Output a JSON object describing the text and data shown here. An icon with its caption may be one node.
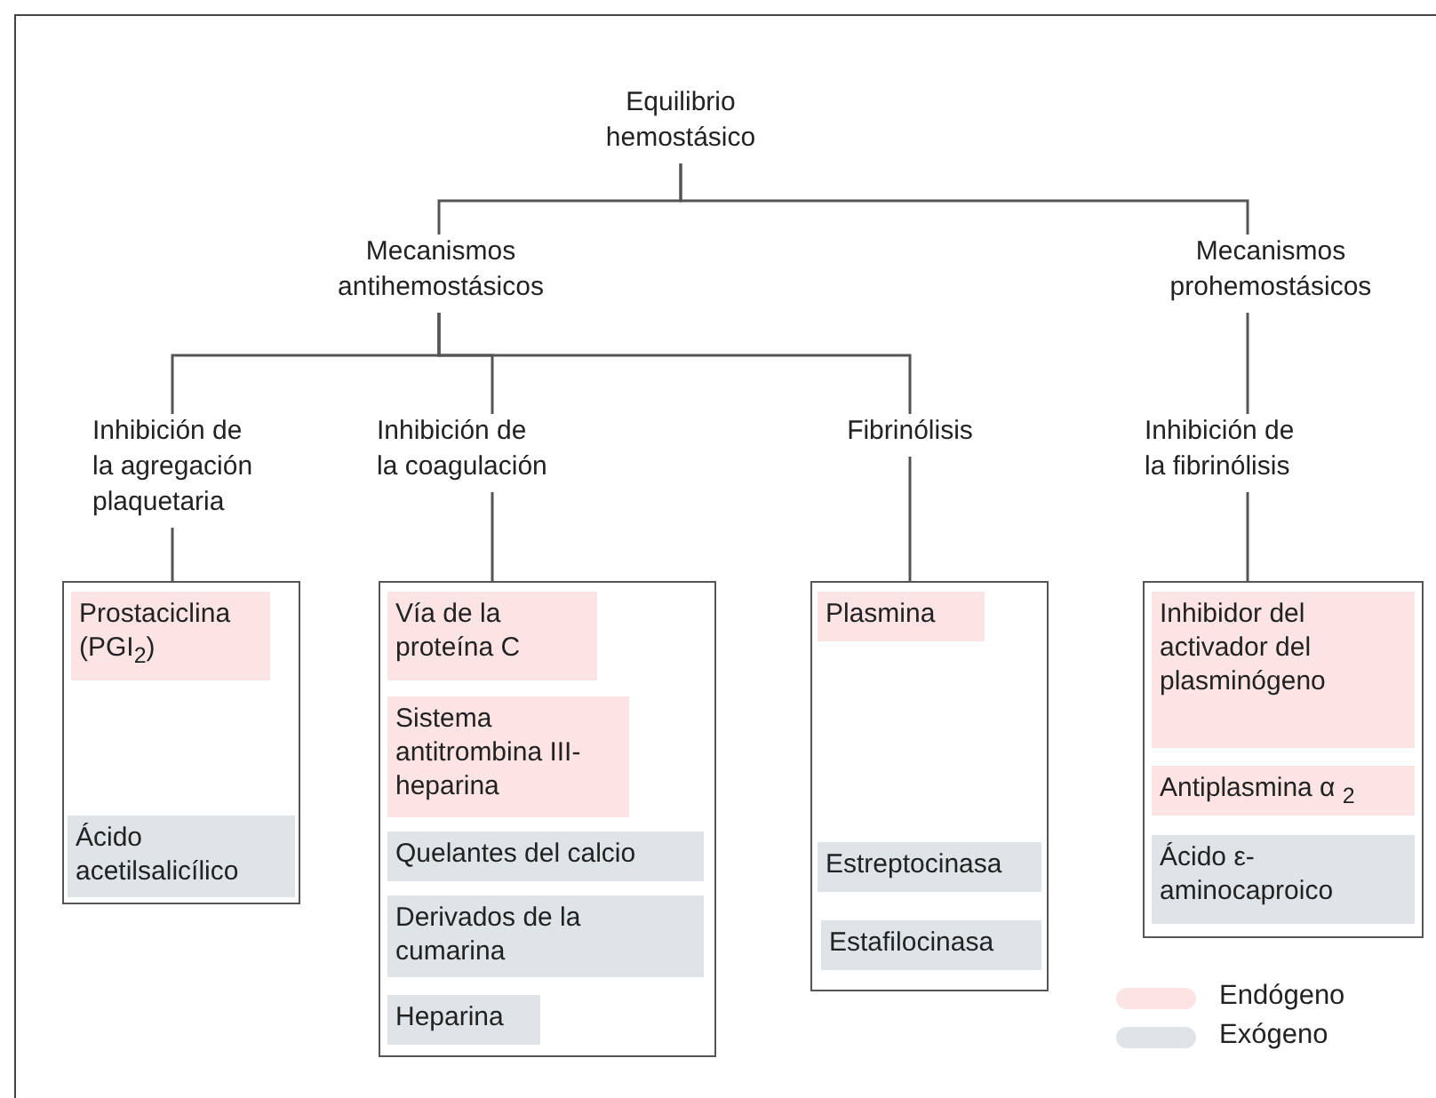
{
  "diagram": {
    "nodes": [
      {
        "text": [
          "Equilibrio hemostásico"
        ]
      },
      {
        "text": [
          "Mecanismos antihemostásicos"
        ]
      },
      {
        "text": [
          "Mecanismos prohemostásicos"
        ]
      },
      {
        "text": [
          "Inhibición de la agregación plaquetaria"
        ]
      },
      {
        "text": [
          "Inhibición de la coagulación"
        ]
      },
      {
        "text": [
          "Fibrinólisis"
        ]
      },
      {
        "text": [
          "Inhibición de la fibrinólisis"
        ]
      },
      {
        "text": [],
        "shape": "box"
      },
      {
        "text": [
          "Prostaciclina (PGI$_{2}$)"
        ],
        "in": 7
      },
      {
        "text": [
          "Ácido acetilsalicílico"
        ],
        "in": 7
      },
      {
        "text": [],
        "shape": "box"
      },
      {
        "text": [
          "Vía de la proteína C"
        ],
        "in": 10
      },
      {
        "text": [
          "Sistema antitrombina III-heparina"
        ],
        "in": 10
      },
      {
        "text": [
          "Quelantes del calcio"
        ],
        "in": 10
      },
      {
        "text": [
          "Derivados de la cumarina"
        ],
        "in": 10
      },
      {
        "text": [
          "Heparina"
        ],
        "in": 10
      },
      {
        "text": [],
        "shape": "box"
      },
      {
        "text": [
          "Plasmina"
        ],
        "in": 16
      },
      {
        "text": [
          "Estreptocinasa"
        ],
        "in": 16
      },
      {
        "text": [
          "Estafilocinasa"
        ],
        "in": 16
      },
      {
        "text": [],
        "shape": "box"
      },
      {
        "text": [
          "Inhibidor del activador del plasminógeno"
        ],
        "in": 20
      },
      {
        "text": [
          "Antiplasmina α $_{2}$"
        ],
        "in": 20
      },
      {
        "text": [
          "Ácido ε-aminocaproico"
        ],
        "in": 20
      }
    ],
    "edges": [
      {
        "from": 0,
        "to": 1,
        "arrow": "none"
      },
      {
        "from": 0,
        "to": 2,
        "arrow": "none"
      },
      {
        "from": 1,
        "to": 3,
        "arrow": "none"
      },
      {
        "from": 1,
        "to": 4,
        "arrow": "none"
      },
      {
        "from": 1,
        "to": 5,
        "arrow": "none"
      },
      {
        "from": 2,
        "to": 6,
        "arrow": "none"
      },
      {
        "from": 3,
        "to": 7,
        "arrow": "none"
      },
      {
        "from": 4,
        "to": 10,
        "arrow": "none"
      },
      {
        "from": 5,
        "to": 16,
        "arrow": "none"
      },
      {
        "from": 6,
        "to": 20,
        "arrow": "none"
      }
    ],
    "legend": [
      {
        "text": "Endógeno",
        "color": "#fde4e4"
      },
      {
        "text": "Exógeno",
        "color": "#dfe4e8"
      }
    ]
  }
}
